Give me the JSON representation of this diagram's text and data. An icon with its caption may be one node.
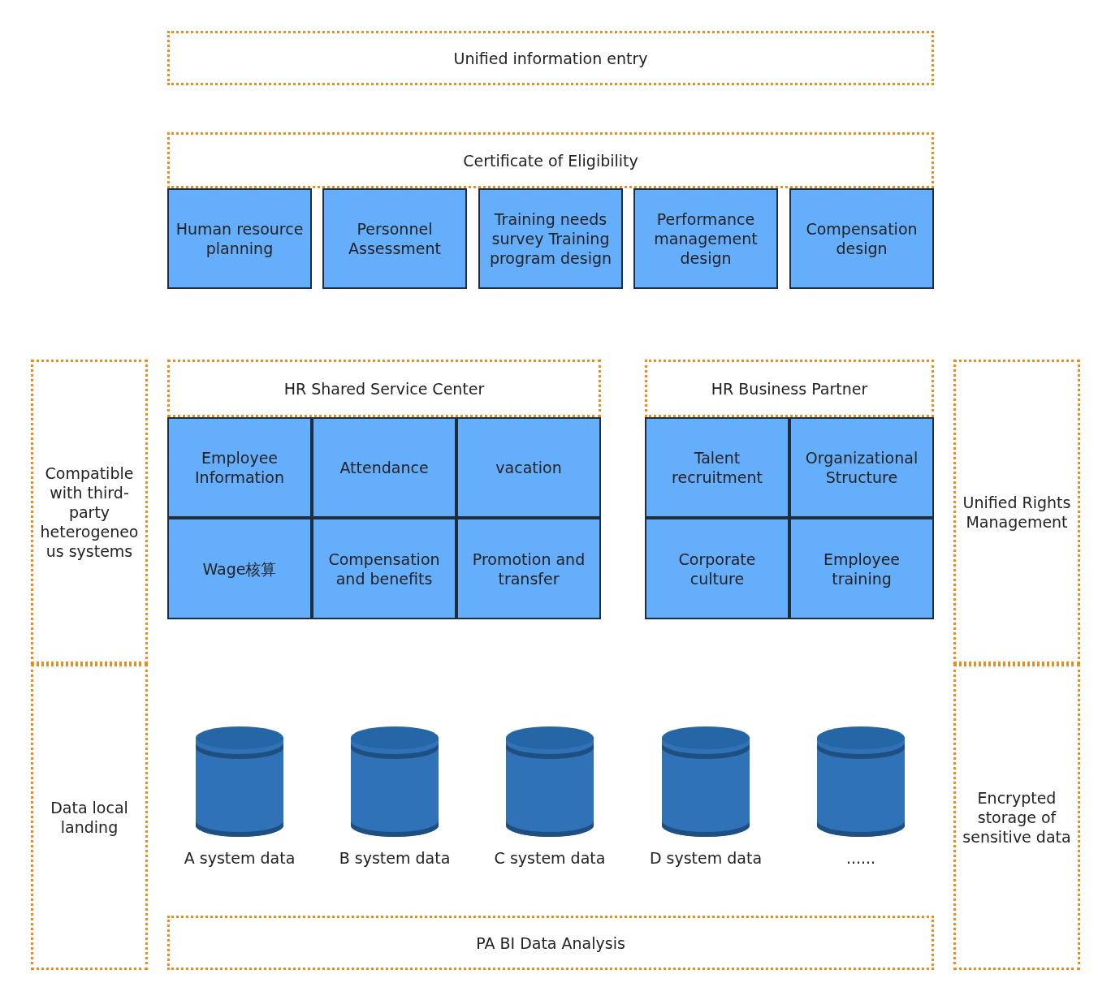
{
  "diagram": {
    "nodes": [
      {
        "text": [
          "Unified information entry"
        ]
      },
      {
        "text": [
          "Certificate of Eligibility"
        ]
      },
      {
        "text": [
          "Human resource planning"
        ]
      },
      {
        "text": [
          "Personnel Assessment"
        ]
      },
      {
        "text": [
          "Training needs survey Training program design"
        ]
      },
      {
        "text": [
          "Performance management design"
        ]
      },
      {
        "text": [
          "Compensation design"
        ]
      },
      {
        "text": [
          "Compatible with third-party heterogeneous systems"
        ]
      },
      {
        "text": [
          "HR Shared Service Center"
        ]
      },
      {
        "text": [
          "Employee Information"
        ]
      },
      {
        "text": [
          "Attendance"
        ]
      },
      {
        "text": [
          "vacation"
        ]
      },
      {
        "text": [
          "Wage核算"
        ]
      },
      {
        "text": [
          "Compensation and benefits"
        ]
      },
      {
        "text": [
          "Promotion and transfer"
        ]
      },
      {
        "text": [
          "HR Business Partner"
        ]
      },
      {
        "text": [
          "Talent recruitment"
        ]
      },
      {
        "text": [
          "Organizational Structure"
        ]
      },
      {
        "text": [
          "Corporate culture"
        ]
      },
      {
        "text": [
          "Employee training"
        ]
      },
      {
        "text": [
          "Unified Rights Management"
        ]
      },
      {
        "text": [
          "Data local landing"
        ]
      },
      {
        "text": [
          "A system data"
        ]
      },
      {
        "text": [
          "B system data"
        ]
      },
      {
        "text": [
          "C system data"
        ]
      },
      {
        "text": [
          "D system data"
        ]
      },
      {
        "text": [
          "......"
        ]
      },
      {
        "text": [
          "Encrypted storage of sensitive data"
        ]
      },
      {
        "text": [
          "PA BI Data Analysis"
        ]
      }
    ],
    "edges": []
  }
}
